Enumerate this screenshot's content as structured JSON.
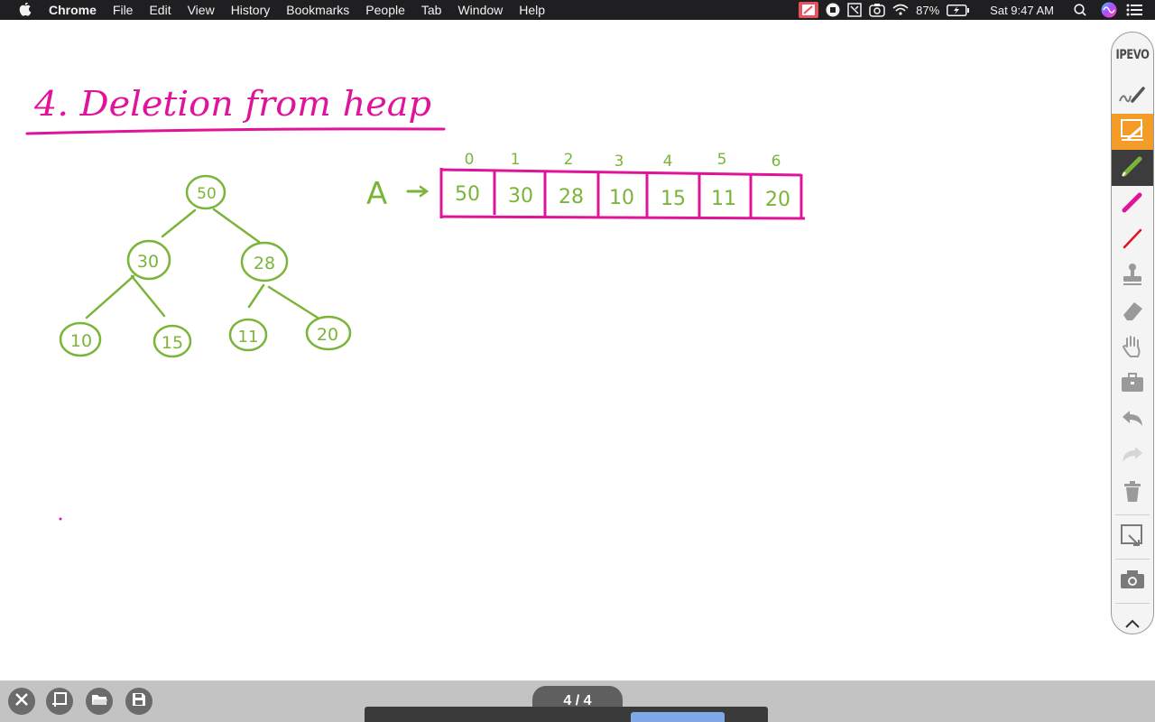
{
  "menubar": {
    "app_name": "Chrome",
    "menus": [
      "File",
      "Edit",
      "View",
      "History",
      "Bookmarks",
      "People",
      "Tab",
      "Window",
      "Help"
    ],
    "battery": "87%",
    "clock": "Sat 9:47 AM",
    "icons": [
      "apple-icon",
      "drawing-app-icon",
      "record-icon",
      "screenshot-icon",
      "camera-app-icon",
      "wifi-icon",
      "battery-charging-icon",
      "search-icon",
      "siri-icon",
      "notification-center-icon"
    ]
  },
  "whiteboard": {
    "title": "4. Deletion from heap",
    "array_label": "A",
    "indices": [
      "0",
      "1",
      "2",
      "3",
      "4",
      "5",
      "6"
    ],
    "array_values": [
      "50",
      "30",
      "28",
      "10",
      "15",
      "11",
      "20"
    ],
    "tree_nodes": [
      "50",
      "30",
      "28",
      "10",
      "15",
      "11",
      "20"
    ],
    "ink_colors": {
      "magenta": "#e0139b",
      "green": "#7ab53a"
    }
  },
  "toolbar": {
    "brand": "IPEVO",
    "tools": [
      "pen-select-icon",
      "whiteboard-mode-icon",
      "green-pen-icon",
      "magenta-pen-icon",
      "red-pen-icon",
      "stamp-icon",
      "eraser-icon",
      "hand-pan-icon",
      "toolbox-icon",
      "undo-icon",
      "redo-icon",
      "trash-icon",
      "snapshot-icon",
      "camera-icon",
      "collapse-icon"
    ],
    "accent_color": "#f39c27"
  },
  "bottombar": {
    "page_indicator": "4 / 4",
    "buttons": [
      "close-icon",
      "new-page-icon",
      "open-folder-icon",
      "save-icon"
    ]
  }
}
